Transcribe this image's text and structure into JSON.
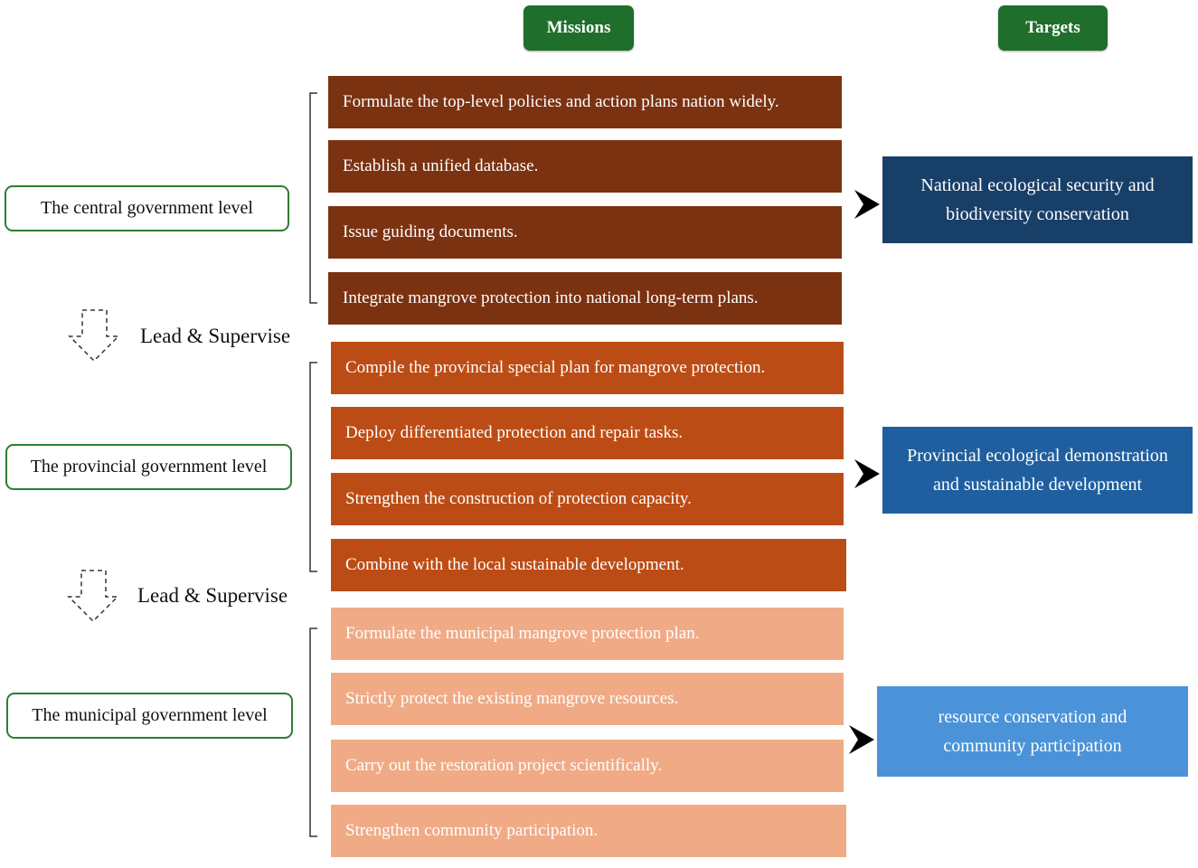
{
  "headers": {
    "missions": "Missions",
    "targets": "Targets"
  },
  "levels": [
    {
      "label": "The central government level",
      "missions": [
        "Formulate the top-level policies and action plans nation widely.",
        "Establish a unified database.",
        "Issue guiding documents.",
        "Integrate mangrove protection into national long-term plans."
      ],
      "target": "National ecological security and biodiversity conservation"
    },
    {
      "label": "The provincial government level",
      "missions": [
        "Compile the provincial special plan for mangrove protection.",
        "Deploy differentiated protection and repair tasks.",
        "Strengthen the construction of protection capacity.",
        "Combine with the local sustainable development."
      ],
      "target": "Provincial ecological demonstration and sustainable development"
    },
    {
      "label": "The municipal government level",
      "missions": [
        "Formulate the municipal mangrove protection plan.",
        "Strictly protect the existing mangrove resources.",
        "Carry out the restoration project scientifically.",
        "Strengthen community participation."
      ],
      "target": "resource conservation and community participation"
    }
  ],
  "connectors": [
    "Lead & Supervise",
    "Lead & Supervise"
  ],
  "colors": {
    "header": "#1f6e2c",
    "level_border": "#2e7d32",
    "mission_central": "#7b3211",
    "mission_provincial": "#bc4c15",
    "mission_municipal": "#f0ab86",
    "target_central": "#183f68",
    "target_provincial": "#1f5f9f",
    "target_municipal": "#4b93d8"
  }
}
